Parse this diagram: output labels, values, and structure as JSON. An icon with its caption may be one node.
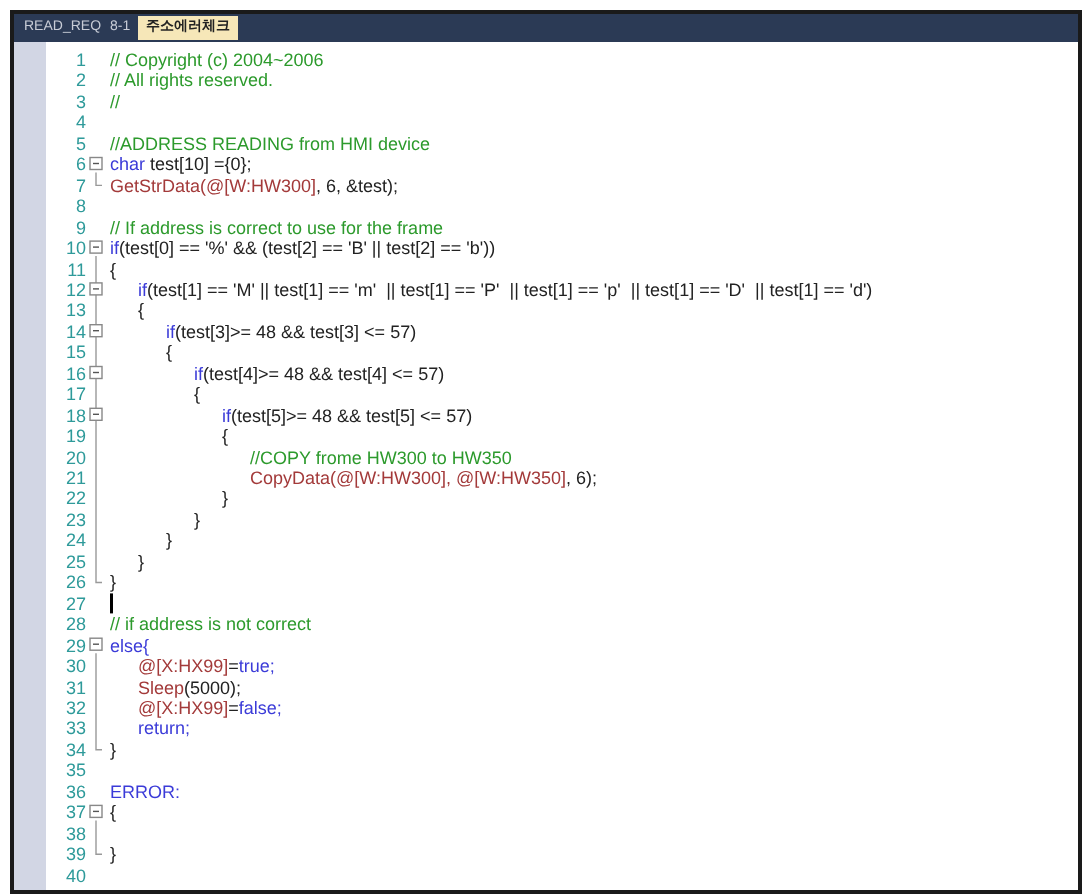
{
  "diagram": {
    "labels": [
      "READ_REQ",
      "8-1",
      "주소에러체크",
      "1",
      "// Copyright (c) 2004~2006",
      "2",
      "// All rights reserved.",
      "3",
      "//",
      "4",
      "5",
      "//ADDRESS READING from HMI device",
      "6",
      "char test[10] ={0};",
      "7",
      "GetStrData(@[W:HW300], 6, &test);",
      "8",
      "9",
      "// If address is correct to use for the frame",
      "10",
      "if(test[0] == '%' && (test[2] == 'B' || test[2] == 'b'))",
      "11",
      "{",
      "12",
      "if(test[1] == 'M' || test[1] == 'm'  || test[1] == 'P'  || test[1] == 'p'  || test[1] == 'D'  || test[1] == 'd')",
      "13",
      "{",
      "14",
      "if(test[3]>= 48 && test[3] <= 57)",
      "15",
      "{",
      "16",
      "if(test[4]>= 48 && test[4] <= 57)",
      "17",
      "{",
      "18",
      "if(test[5]>= 48 && test[5] <= 57)",
      "19",
      "{",
      "20",
      "//COPY frome HW300 to HW350",
      "21",
      "CopyData(@[W:HW300], @[W:HW350], 6);",
      "22",
      "}",
      "23",
      "}",
      "24",
      "}",
      "25",
      "}",
      "26",
      "}",
      "27",
      "28",
      "// if address is not correct",
      "29",
      "else{",
      "30",
      "@[X:HX99]=true;",
      "31",
      "Sleep(5000);",
      "32",
      "@[X:HX99]=false;",
      "33",
      "return;",
      "34",
      "}",
      "35",
      "36",
      "ERROR:",
      "37",
      "{",
      "38",
      "39",
      "}",
      "40"
    ]
  }
}
